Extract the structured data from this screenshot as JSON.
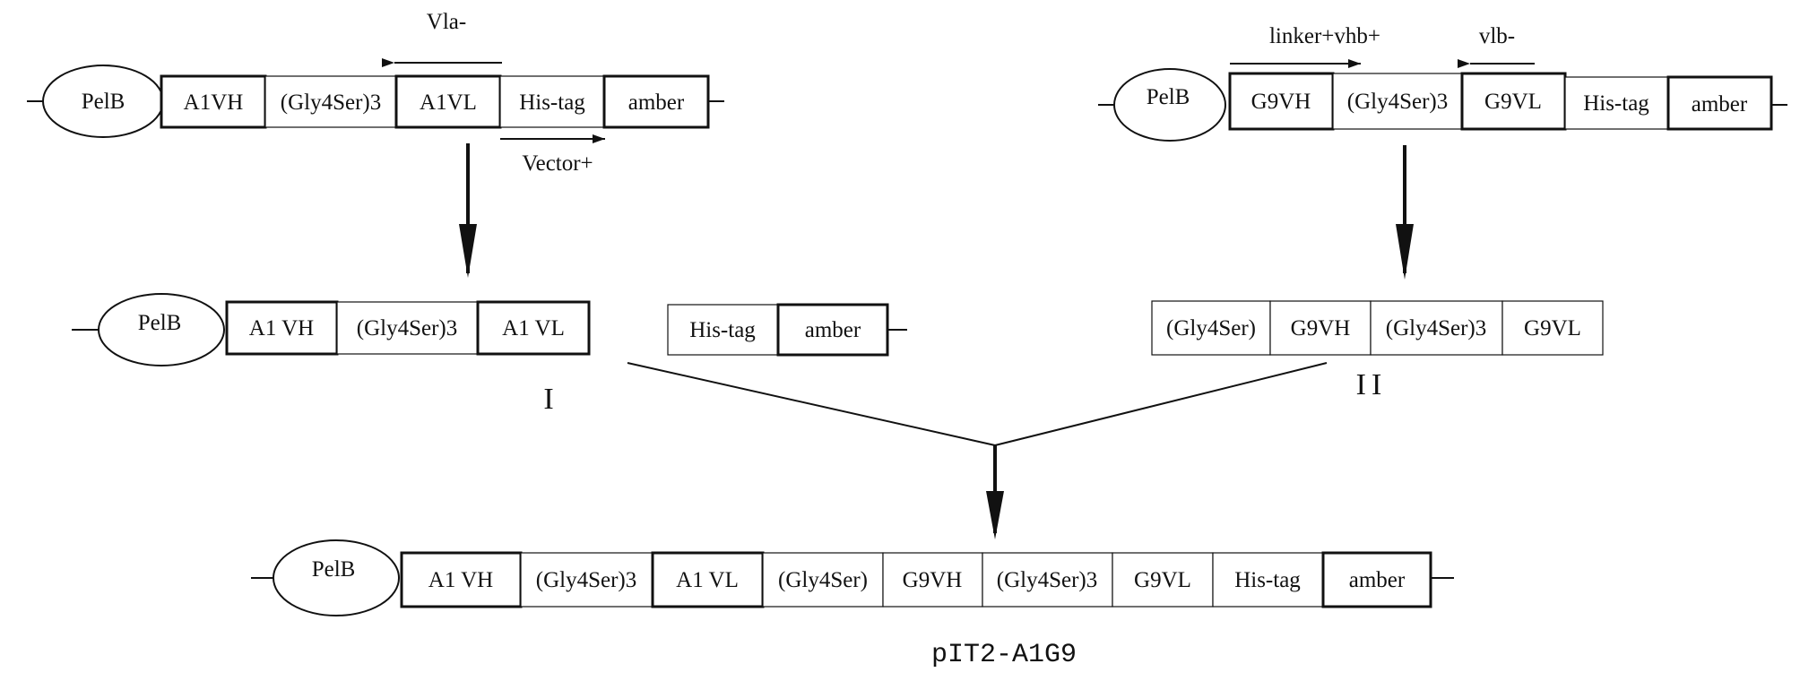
{
  "constructs": {
    "a1": {
      "promoter": "PelB",
      "segments": [
        "A1VH",
        "(Gly4Ser)3",
        "A1VL",
        "His-tag",
        "amber"
      ]
    },
    "g9": {
      "promoter": "PelB",
      "segments": [
        "G9VH",
        "(Gly4Ser)3",
        "G9VL",
        "His-tag",
        "amber"
      ]
    },
    "fragment_1": {
      "promoter": "PelB",
      "segments": [
        "A1 VH",
        "(Gly4Ser)3",
        "A1 VL"
      ],
      "tail_segments": [
        "His-tag",
        "amber"
      ],
      "label": "I"
    },
    "fragment_2": {
      "segments": [
        "(Gly4Ser)",
        "G9VH",
        "(Gly4Ser)3",
        "G9VL"
      ],
      "label": "II"
    },
    "final": {
      "promoter": "PelB",
      "segments": [
        "A1 VH",
        "(Gly4Ser)3",
        "A1 VL",
        "(Gly4Ser)",
        "G9VH",
        "(Gly4Ser)3",
        "G9VL",
        "His-tag",
        "amber"
      ],
      "label": "pIT2-A1G9"
    }
  },
  "primers": {
    "vla_minus": "Vla-",
    "vector_plus": "Vector+",
    "linker_vhb_plus": "linker+vhb+",
    "vlb_minus": "vlb-"
  }
}
